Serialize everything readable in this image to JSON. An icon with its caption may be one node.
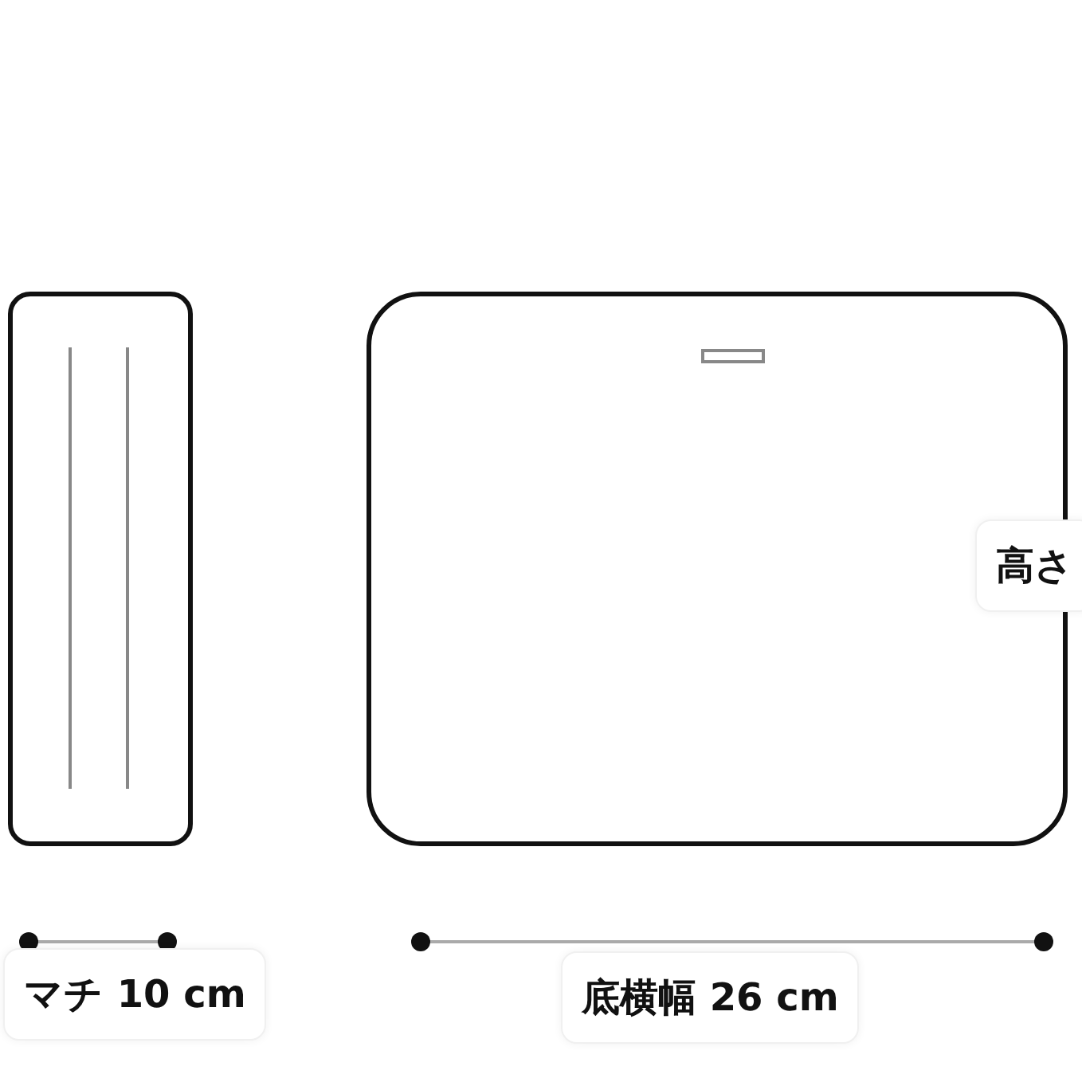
{
  "diagram": {
    "nodes": [
      {
        "text": [],
        "shape": "box"
      },
      {
        "text": [],
        "shape": "box"
      }
    ],
    "labels": [
      "高さ",
      "マチ 10 cm",
      "底横幅 26 cm"
    ]
  }
}
